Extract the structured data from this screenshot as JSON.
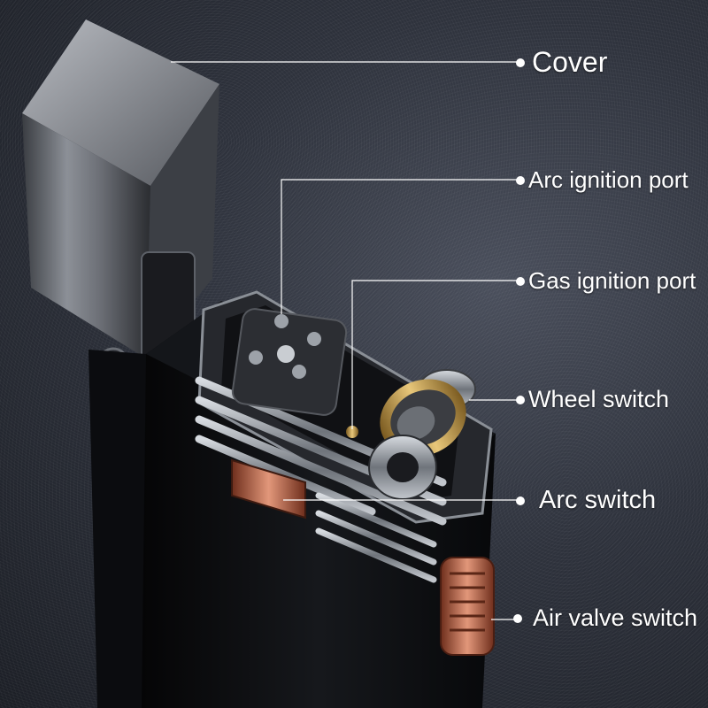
{
  "labels": {
    "cover": "Cover",
    "arc_ignition_port": "Arc ignition port",
    "gas_ignition_port": "Gas ignition port",
    "wheel_switch": "Wheel switch",
    "arc_switch": "Arc switch",
    "air_valve_switch": "Air valve switch"
  },
  "colors": {
    "background": "#2e323c",
    "body": "#0d0e11",
    "chrome": "#9aa0a8",
    "brass": "#c8a050",
    "copper": "#c8684a",
    "callout_line": "#ffffff"
  }
}
